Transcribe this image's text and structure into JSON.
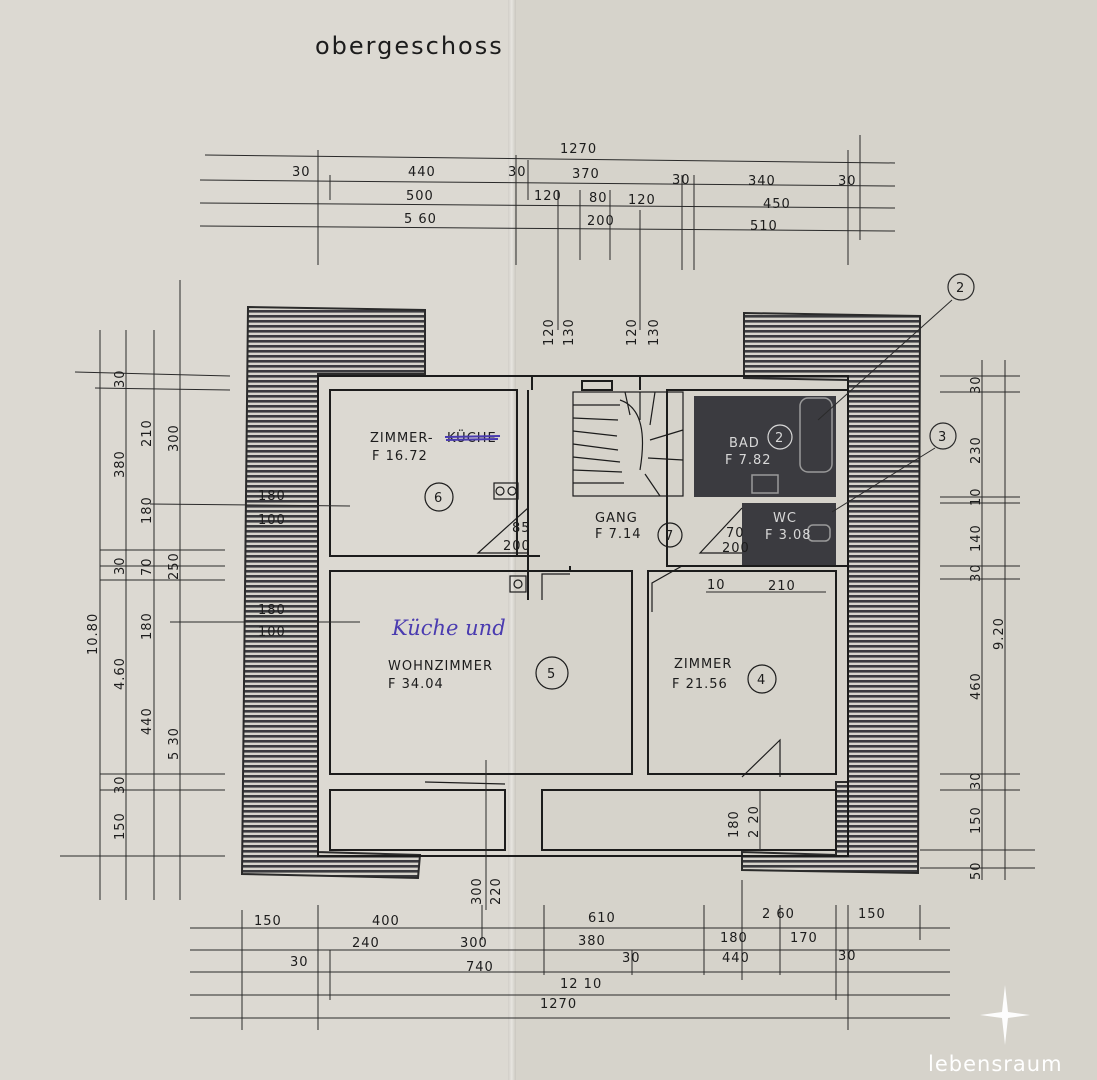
{
  "title": "obergeschoss",
  "logo": {
    "text": "lebensraum"
  },
  "rooms": [
    {
      "name": "ZIMMER-",
      "struck": "KÜCHE",
      "area": "F 16.72",
      "number": "6"
    },
    {
      "name": "GANG",
      "area": "F 7.14",
      "number": "7"
    },
    {
      "name": "BAD",
      "area": "F 7.82",
      "number": "2"
    },
    {
      "name": "WC",
      "area": "F 3.08"
    },
    {
      "name": "WOHNZIMMER",
      "area": "F 34.04",
      "number": "5",
      "handwritten_note": "Küche und"
    },
    {
      "name": "ZIMMER",
      "area": "F 21.56",
      "number": "4"
    }
  ],
  "callouts": [
    "2",
    "3"
  ],
  "door_labels": [
    {
      "top": "85",
      "bottom": "200"
    },
    {
      "top": "70",
      "bottom": "200"
    },
    {
      "top": "180",
      "bottom": "100"
    },
    {
      "top": "180",
      "bottom": "100"
    }
  ],
  "dimensions": {
    "top": {
      "row1": [
        "1270"
      ],
      "row2": [
        "30",
        "440",
        "30",
        "370",
        "30",
        "340",
        "30"
      ],
      "row3": [
        "500",
        "120",
        "80",
        "120",
        "450"
      ],
      "row4": [
        "5 60",
        "200",
        "510"
      ]
    },
    "bottom": {
      "row1": [
        "150",
        "400",
        "610",
        "2 60",
        "150"
      ],
      "row2": [
        "240",
        "300",
        "380",
        "180",
        "170"
      ],
      "row3": [
        "30",
        "740",
        "30",
        "440",
        "30"
      ],
      "row4": [
        "12 10"
      ],
      "row5": [
        "1270"
      ]
    },
    "left": [
      "10.80",
      "4.60",
      "380",
      "30",
      "180",
      "440",
      "5 30",
      "150",
      "30",
      "210",
      "300",
      "180",
      "70",
      "250",
      "30"
    ],
    "right": [
      "30",
      "230",
      "10",
      "140",
      "30",
      "460",
      "9.20",
      "30",
      "150",
      "50"
    ],
    "interior": [
      "120",
      "130",
      "120",
      "130",
      "10",
      "210",
      "300",
      "220",
      "180",
      "2 20"
    ]
  }
}
